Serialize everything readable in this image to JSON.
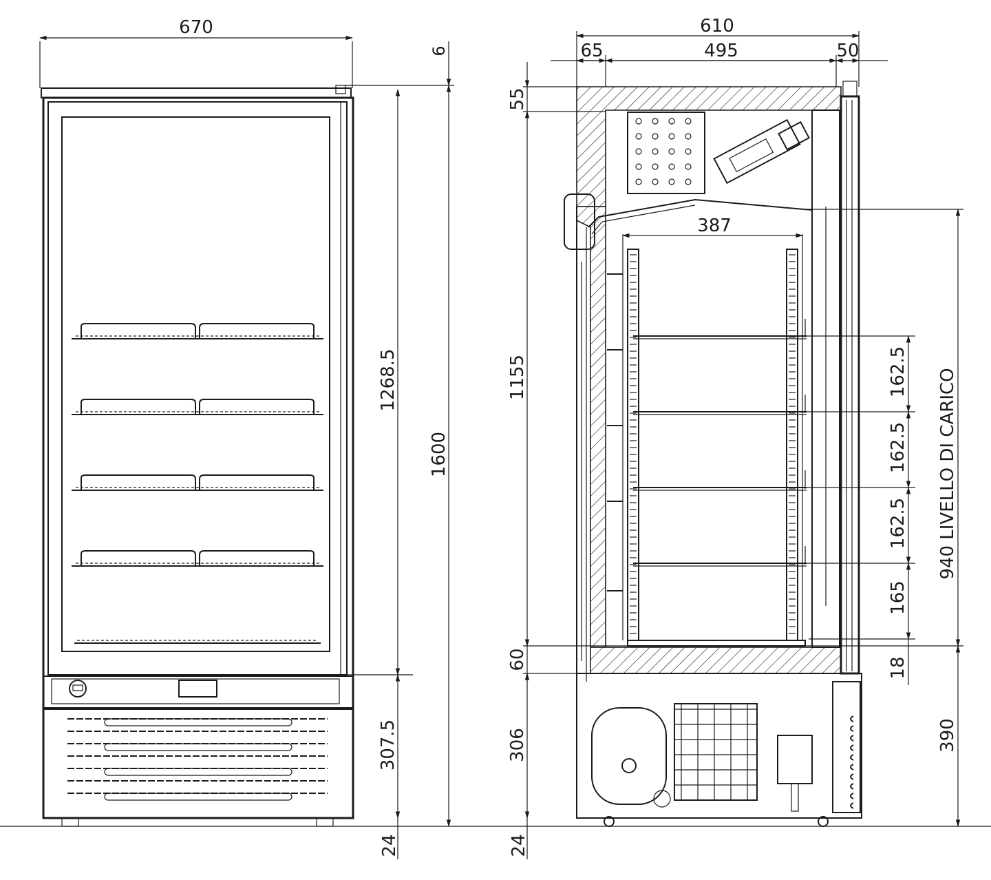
{
  "front_view": {
    "width_dim": "670",
    "top_gap_dim": "6",
    "door_height_dim": "1268.5",
    "total_height_dim": "1600",
    "base_height_dim": "307.5",
    "foot_height_dim": "24"
  },
  "side_view": {
    "depth_dim": "610",
    "rear_dim": "65",
    "inner_depth_dim": "495",
    "front_dim": "50",
    "top_dim": "55",
    "shelf_width_dim": "387",
    "interior_height_dim": "1155",
    "floor_dim": "60",
    "machine_height_dim": "306",
    "foot_height_dim": "24",
    "shelf_spacing_1": "162.5",
    "shelf_spacing_2": "162.5",
    "shelf_spacing_3": "162.5",
    "shelf_spacing_4": "165",
    "bottom_gap_dim": "18",
    "loading_level_dim": "940 LIVELLO DI CARICO",
    "floor_to_load_dim": "390"
  },
  "colors": {
    "line": "#1b1b1b",
    "background": "#ffffff"
  }
}
